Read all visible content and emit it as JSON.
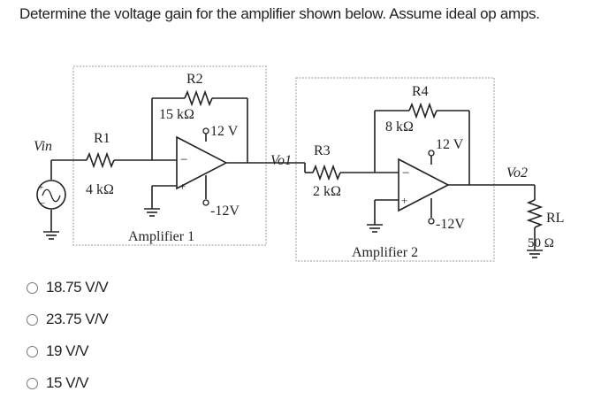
{
  "question": "Determine the voltage gain for the amplifier shown below.  Assume ideal op amps.",
  "circuit": {
    "r1_label": "R1",
    "r1_value": "4 kΩ",
    "r2_label": "R2",
    "r2_value": "15 kΩ",
    "r3_label": "R3",
    "r3_value": "2 kΩ",
    "r4_label": "R4",
    "r4_value": "8 kΩ",
    "rl_label": "RL",
    "rl_value": "50 Ω",
    "vin_label": "Vin",
    "vo1_label": "Vo1",
    "vo2_label": "Vo2",
    "supply_pos_1": "12 V",
    "supply_neg_1": "-12V",
    "supply_pos_2": "12 V",
    "supply_neg_2": "-12V",
    "amp1_label": "Amplifier 1",
    "amp2_label": "Amplifier 2",
    "minus_sign": "−",
    "plus_sign": "+"
  },
  "options": [
    {
      "label": "18.75 V/V"
    },
    {
      "label": "23.75 V/V"
    },
    {
      "label": "19 V/V"
    },
    {
      "label": "15 V/V"
    }
  ]
}
